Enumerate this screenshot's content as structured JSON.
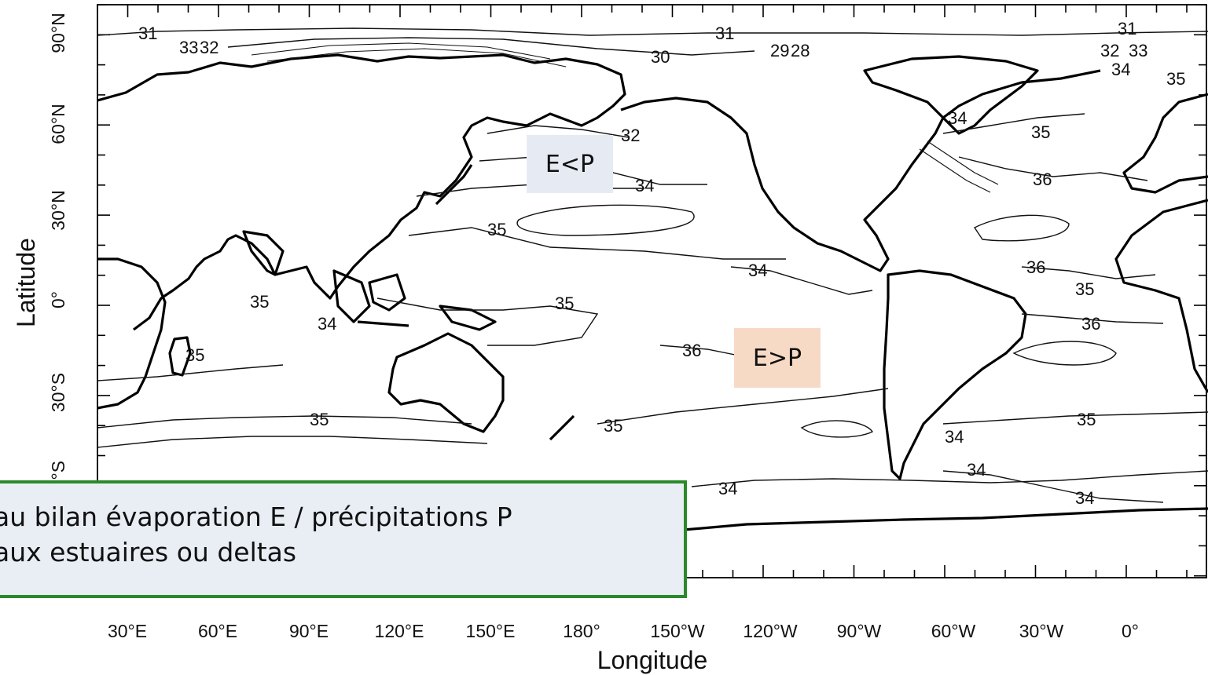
{
  "axes": {
    "x_title": "Longitude",
    "y_title": "Latitude",
    "x_ticks": [
      "30°E",
      "60°E",
      "90°E",
      "120°E",
      "150°E",
      "180°",
      "150°W",
      "120°W",
      "90°W",
      "60°W",
      "30°W",
      "0°"
    ],
    "y_ticks": [
      "90°N",
      "60°N",
      "30°N",
      "0°",
      "30°S",
      "60°S"
    ]
  },
  "contour_labels": [
    "31",
    "33",
    "32",
    "30",
    "31",
    "29",
    "28",
    "31",
    "32",
    "33",
    "34",
    "35",
    "32",
    "34",
    "35",
    "34",
    "36",
    "35",
    "34",
    "36",
    "35",
    "34",
    "35",
    "35",
    "36",
    "36",
    "35",
    "35",
    "35",
    "35",
    "34",
    "34",
    "34",
    "34"
  ],
  "region_tags": {
    "low": "E<P",
    "high": "E>P"
  },
  "caption": {
    "line1": "au bilan évaporation E / précipitations P",
    "line2": "aux estuaires ou deltas"
  },
  "colors": {
    "caption_border": "#2a8a2a",
    "caption_bg": "#e9eef5",
    "tag_low_bg": "#e6ebf3",
    "tag_high_bg": "#f7dac6"
  }
}
